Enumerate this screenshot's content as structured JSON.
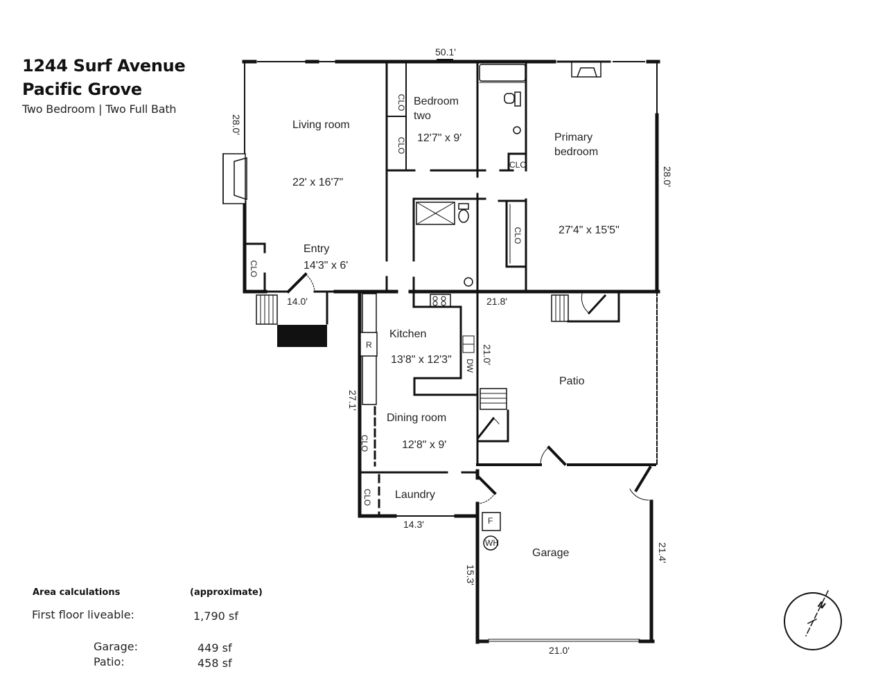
{
  "header": {
    "address_line1": "1244 Surf Avenue",
    "address_line2": "Pacific Grove",
    "subtitle": "Two Bedroom | Two Full Bath"
  },
  "rooms": {
    "living_room": {
      "name": "Living room",
      "size": "22' x 16'7\""
    },
    "bedroom_two": {
      "name_line1": "Bedroom",
      "name_line2": "two",
      "size": "12'7\" x 9'"
    },
    "primary_bedroom": {
      "name_line1": "Primary",
      "name_line2": "bedroom",
      "size": "27'4\" x 15'5\""
    },
    "entry": {
      "name": "Entry",
      "size": "14'3\" x 6'"
    },
    "kitchen": {
      "name": "Kitchen",
      "size": "13'8\" x 12'3\""
    },
    "dining_room": {
      "name": "Dining room",
      "size": "12'8\" x 9'"
    },
    "laundry": {
      "name": "Laundry"
    },
    "patio": {
      "name": "Patio"
    },
    "garage": {
      "name": "Garage"
    }
  },
  "fixtures": {
    "closet": "CLO",
    "refrigerator": "R",
    "dishwasher": "DW",
    "furnace": "F",
    "water_heater": "WH"
  },
  "dimensions": {
    "top_width": "50.1'",
    "left_height": "28.0'",
    "right_height": "28.0'",
    "entry_width": "14.0'",
    "patio_top": "21.8'",
    "patio_side": "21.0'",
    "kitchen_dining_side": "27.1'",
    "laundry_width": "14.3'",
    "garage_left": "15.3'",
    "garage_right": "21.4'",
    "garage_width": "21.0'"
  },
  "area_calculations": {
    "heading": "Area calculations",
    "note": "(approximate)",
    "rows": [
      {
        "label": "First floor liveable:",
        "value": "1,790 sf"
      },
      {
        "label": "Garage:",
        "value": "449 sf"
      },
      {
        "label": "Patio:",
        "value": "458 sf"
      }
    ]
  },
  "compass": {
    "north_label": "N"
  }
}
